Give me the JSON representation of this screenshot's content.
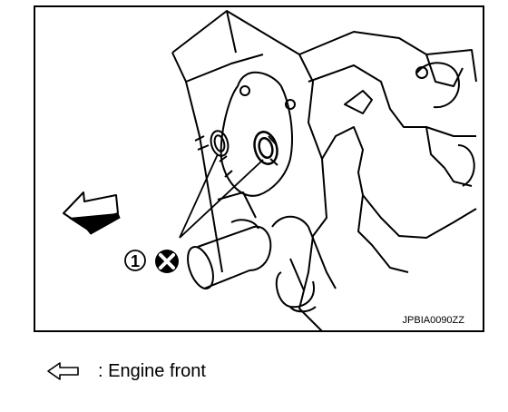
{
  "figure": {
    "ref_code": "JPBIA0090ZZ",
    "callout_number": "1",
    "callout_symbol": "x-circle-icon"
  },
  "legend": {
    "icon": "hollow-left-arrow-icon",
    "text": ": Engine front"
  },
  "colors": {
    "line": "#000000",
    "background": "#ffffff"
  }
}
